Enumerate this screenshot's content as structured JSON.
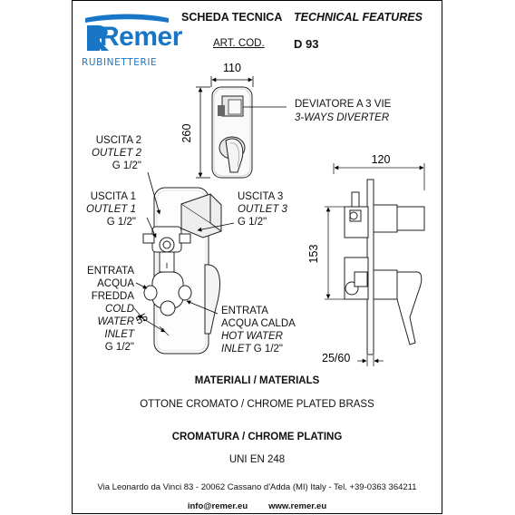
{
  "logo": {
    "name": "Remer",
    "sub": "RUBINETTERIE"
  },
  "header": {
    "title_it": "SCHEDA TECNICA",
    "title_en": "TECHNICAL FEATURES",
    "art_cod_label": "ART. COD.",
    "art_code": "D 93"
  },
  "front_view": {
    "width_dim": "110",
    "height_dim": "260",
    "diverter_it": "DEVIATORE A 3 VIE",
    "diverter_en": "3-WAYS DIVERTER"
  },
  "side_view": {
    "depth_dim": "120",
    "height_dim": "153",
    "wall_dim": "25/60"
  },
  "labels": {
    "outlet2": {
      "it": "USCITA 2",
      "en": "OUTLET 2",
      "size": "G 1/2\""
    },
    "outlet1": {
      "it": "USCITA 1",
      "en": "OUTLET 1",
      "size": "G 1/2\""
    },
    "outlet3": {
      "it": "USCITA 3",
      "en": "OUTLET 3",
      "size": "G 1/2\""
    },
    "cold": {
      "l1": "ENTRATA",
      "l2": "ACQUA",
      "l3": "FREDDA",
      "l4": "COLD",
      "l5": "WATER",
      "l6": "INLET",
      "l7": "G 1/2\""
    },
    "hot": {
      "l1": "ENTRATA",
      "l2": "ACQUA CALDA",
      "l3": "HOT WATER",
      "l4": "INLET",
      "l5": "G 1/2\""
    },
    "dim55": "55"
  },
  "materials": {
    "title": "MATERIALI / MATERIALS",
    "text": "OTTONE CROMATO / CHROME PLATED BRASS"
  },
  "plating": {
    "title": "CROMATURA / CHROME PLATING",
    "text": "UNI EN 248"
  },
  "footer": {
    "address": "Via Leonardo da Vinci 83 - 20062 Cassano d'Adda (MI) Italy - Tel. +39-0363 364211",
    "email": "info@remer.eu",
    "web": "www.remer.eu"
  }
}
